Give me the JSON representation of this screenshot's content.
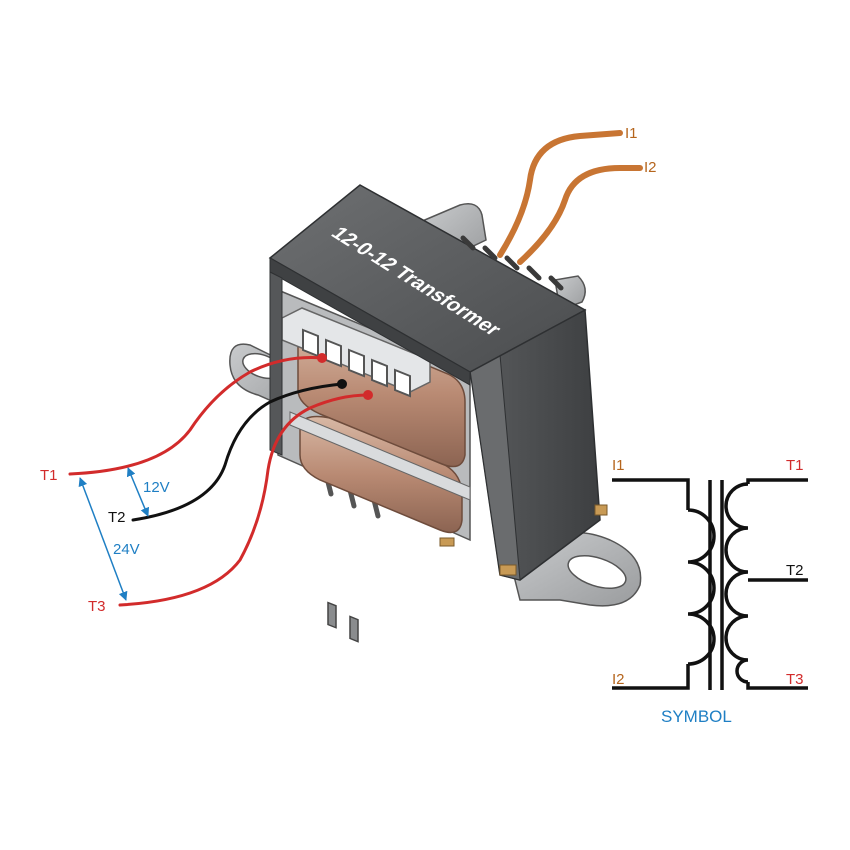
{
  "transformer": {
    "title": "12-0-12 Transformer"
  },
  "leads": {
    "i1": "I1",
    "i2": "I2",
    "t1": "T1",
    "t2": "T2",
    "t3": "T3"
  },
  "voltages": {
    "half": "12V",
    "full": "24V"
  },
  "symbol": {
    "title": "SYMBOL",
    "i1": "I1",
    "i2": "I2",
    "t1": "T1",
    "t2": "T2",
    "t3": "T3"
  },
  "colors": {
    "primary_wire": "#c87533",
    "secondary_outer_wire": "#d22b2b",
    "center_tap_wire": "#111111",
    "annotation": "#1f7fc4"
  }
}
